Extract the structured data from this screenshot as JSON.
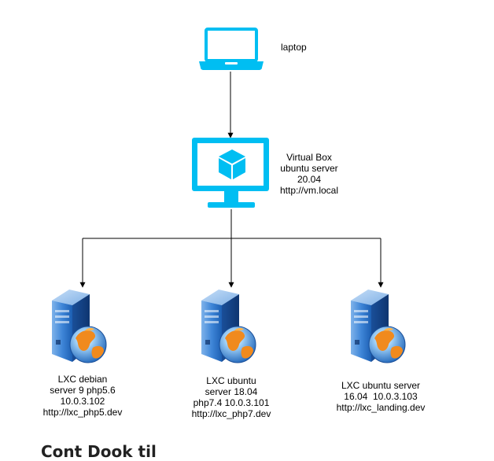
{
  "nodes": {
    "laptop": {
      "label": "laptop",
      "icon": "laptop-icon"
    },
    "virtualbox": {
      "label": "Virtual Box\nubuntu server\n20.04\nhttp://vm.local",
      "icon": "monitor-cube-icon"
    },
    "lxc_debian": {
      "label": "LXC debian\nserver 9 php5.6\n10.0.3.102\nhttp://lxc_php5.dev",
      "icon": "web-server-icon"
    },
    "lxc_ubuntu_18": {
      "label": "LXC ubuntu\nserver 18.04\nphp7.4 10.0.3.101\nhttp://lxc_php7.dev",
      "icon": "web-server-icon"
    },
    "lxc_ubuntu_16": {
      "label": "LXC ubuntu server\n16.04  10.0.3.103\nhttp://lxc_landing.dev",
      "icon": "web-server-icon"
    }
  },
  "edges": [
    {
      "from": "laptop",
      "to": "virtualbox"
    },
    {
      "from": "virtualbox",
      "to": "lxc_debian"
    },
    {
      "from": "virtualbox",
      "to": "lxc_ubuntu_18"
    },
    {
      "from": "virtualbox",
      "to": "lxc_ubuntu_16"
    }
  ],
  "colors": {
    "accent": "#00bef2",
    "line": "#000000",
    "server_blue": "#2a6fc9",
    "globe_orange": "#f08a1e"
  },
  "cut_off_heading": "Cont Dook til"
}
